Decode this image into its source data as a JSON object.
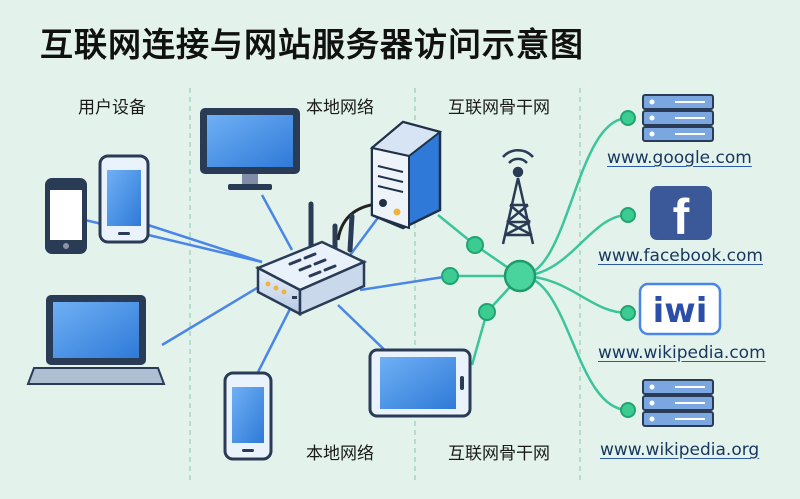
{
  "title": "互联网连接与网站服务器访问示意图",
  "zones": {
    "user_devices": "用户设备",
    "local_network_top": "本地网络",
    "backbone_top": "互联网骨干网",
    "local_network_bottom": "本地网络",
    "backbone_bottom": "互联网骨干网"
  },
  "sites": [
    {
      "url": "www.google.com",
      "icon": "server-rack-icon"
    },
    {
      "url": "www.facebook.com",
      "icon": "facebook-logo-icon",
      "glyph": "f"
    },
    {
      "url": "www.wikipedia.com",
      "icon": "wikipedia-logo-icon",
      "glyph": "iwi"
    },
    {
      "url": "www.wikipedia.org",
      "icon": "server-rack-icon"
    }
  ],
  "colors": {
    "background": "#e3f3ec",
    "device_blue": "#4a8fe0",
    "lan_link": "#4a86e8",
    "backbone_link": "#3cc49a",
    "backbone_node": "#3ccb90",
    "facebook_blue": "#3b5998"
  }
}
